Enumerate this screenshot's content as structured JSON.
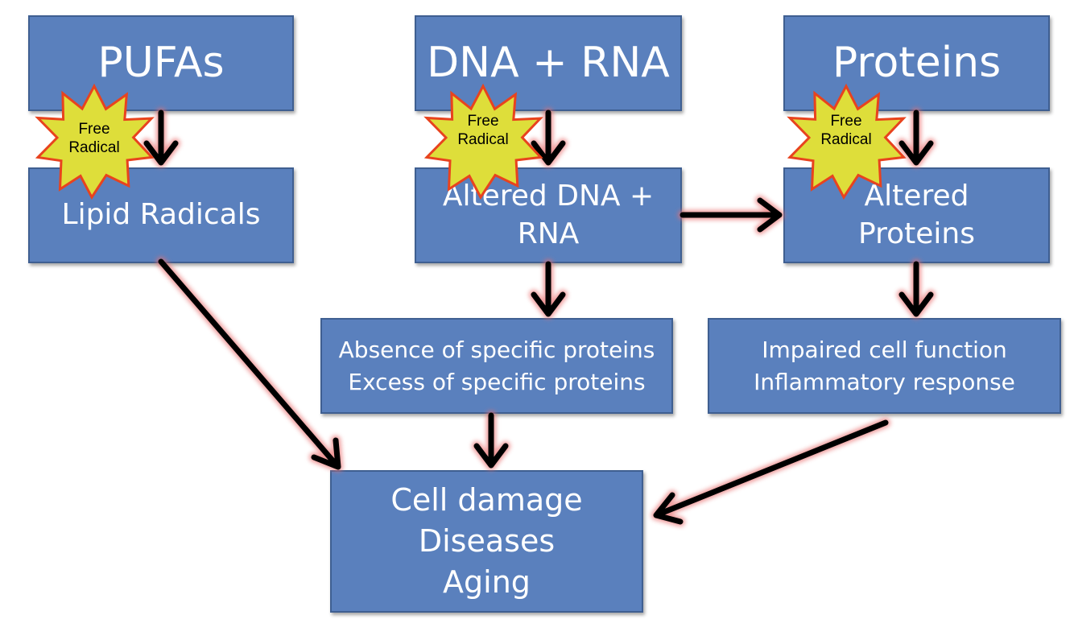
{
  "boxes": {
    "pufas": "PUFAs",
    "dna_rna": "DNA + RNA",
    "proteins": "Proteins",
    "lipid_radicals": "Lipid Radicals",
    "altered_dna": [
      "Altered DNA +",
      "RNA"
    ],
    "altered_proteins": [
      "Altered",
      "Proteins"
    ],
    "protein_levels": [
      "Absence of specific proteins",
      "Excess of specific proteins"
    ],
    "cell_effects": [
      "Impaired cell function",
      "Inflammatory response"
    ],
    "outcomes": [
      "Cell damage",
      "Diseases",
      "Aging"
    ]
  },
  "free_radical_label": [
    "Free",
    "Radical"
  ],
  "colors": {
    "box_fill": "#5a80bd",
    "box_border": "#3f5f91",
    "burst_fill": "#dede3a",
    "burst_stroke": "#e8431e",
    "arrow": "#000000",
    "arrow_glow": "#e86e6e"
  }
}
